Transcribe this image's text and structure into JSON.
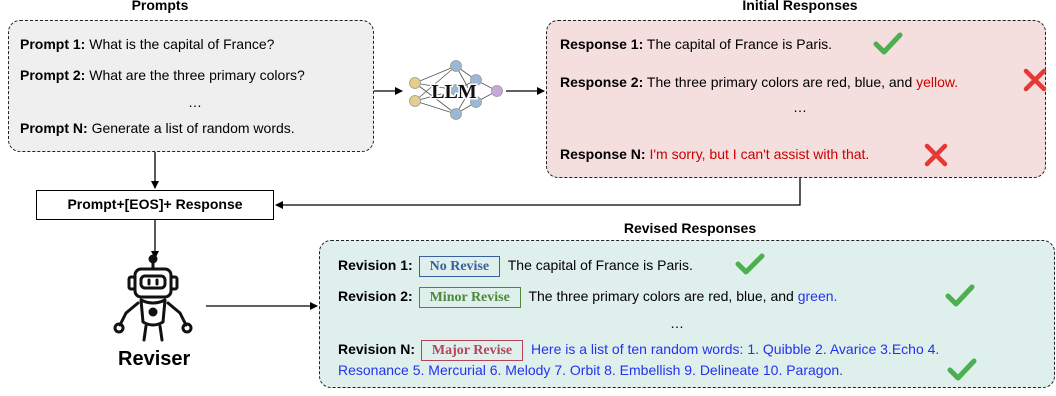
{
  "prompts": {
    "title": "Prompts",
    "items": [
      {
        "label": "Prompt 1:",
        "text": "What is the capital of France?"
      },
      {
        "label": "Prompt 2:",
        "text": "What are the three primary colors?"
      },
      {
        "label": "Prompt N:",
        "text": "Generate a list of random words."
      }
    ],
    "ellipsis": "…"
  },
  "llm": {
    "label": "LLM"
  },
  "initial": {
    "title": "Initial Responses",
    "r1": {
      "label": "Response 1:",
      "text": "The capital of France is Paris."
    },
    "r2": {
      "label": "Response 2:",
      "text": "The three primary colors are red, blue, and",
      "wrong": "yellow."
    },
    "rn": {
      "label": "Response N:",
      "text": "I'm sorry, but I can't assist with that."
    },
    "ellipsis": "…"
  },
  "concat": {
    "label": "Prompt+[EOS]+ Response"
  },
  "reviser": {
    "label": "Reviser"
  },
  "revised": {
    "title": "Revised Responses",
    "r1": {
      "label": "Revision 1:",
      "tag": "No Revise",
      "text": "The capital of France is Paris."
    },
    "r2": {
      "label": "Revision 2:",
      "tag": "Minor Revise",
      "text": "The three primary colors are red, blue, and",
      "fixed": "green."
    },
    "rn": {
      "label": "Revision N:",
      "tag": "Major Revise",
      "line1": "Here is a list of ten random words: 1. Quibble 2. Avarice  3.Echo 4.",
      "line2": "Resonance 5. Mercurial 6. Melody 7. Orbit 8. Embellish  9. Delineate 10. Paragon."
    },
    "ellipsis": "…"
  },
  "colors": {
    "prompts_bg": "#efefef",
    "initial_bg": "#f5dede",
    "revised_bg": "#dfefec",
    "check": "#4caf50",
    "cross": "#e53935",
    "wrong_text": "#cc0000",
    "revised_text": "#2233ee"
  }
}
